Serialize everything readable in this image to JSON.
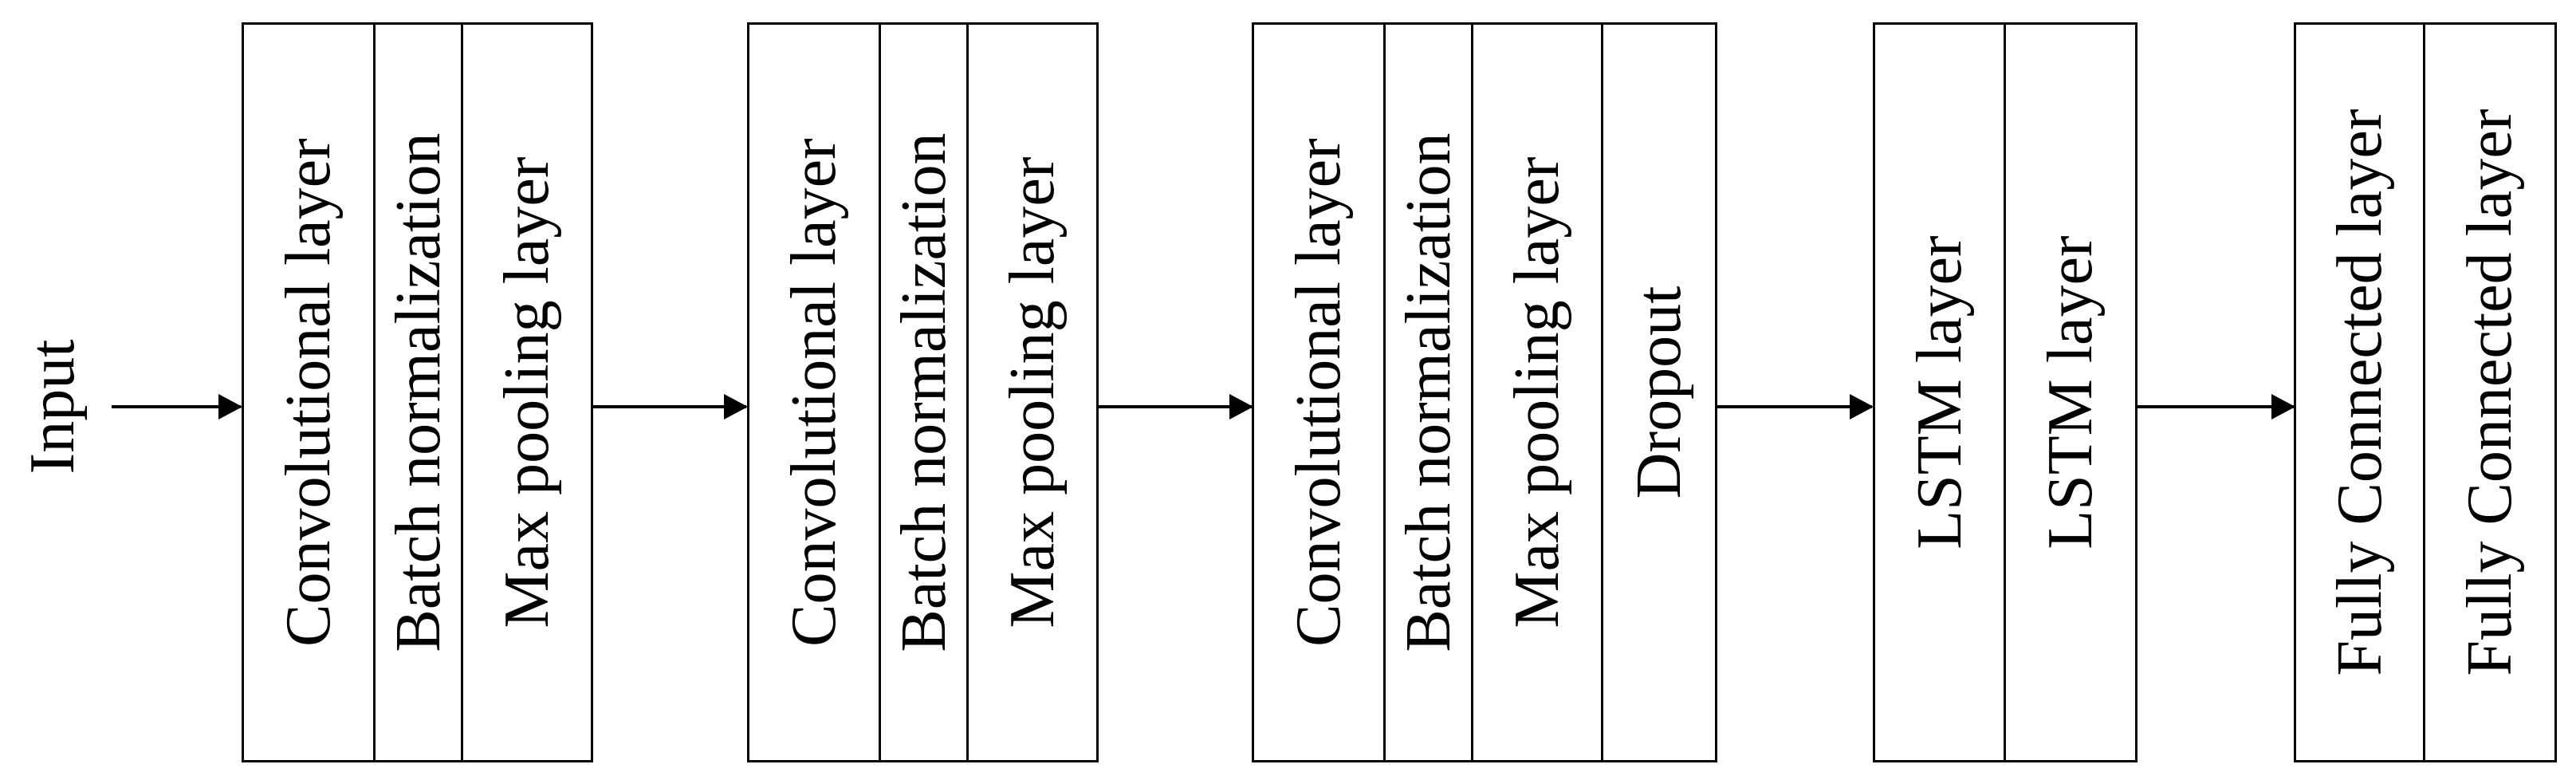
{
  "input_label": "Input",
  "blocks": [
    {
      "layers": [
        "Convolutional layer",
        "Batch normalization",
        "Max pooling layer"
      ]
    },
    {
      "layers": [
        "Convolutional layer",
        "Batch normalization",
        "Max pooling layer"
      ]
    },
    {
      "layers": [
        "Convolutional layer",
        "Batch normalization",
        "Max pooling layer",
        "Dropout"
      ]
    },
    {
      "layers": [
        "LSTM layer",
        "LSTM layer"
      ]
    },
    {
      "layers": [
        "Fully Connected layer",
        "Fully Connected layer"
      ]
    }
  ]
}
